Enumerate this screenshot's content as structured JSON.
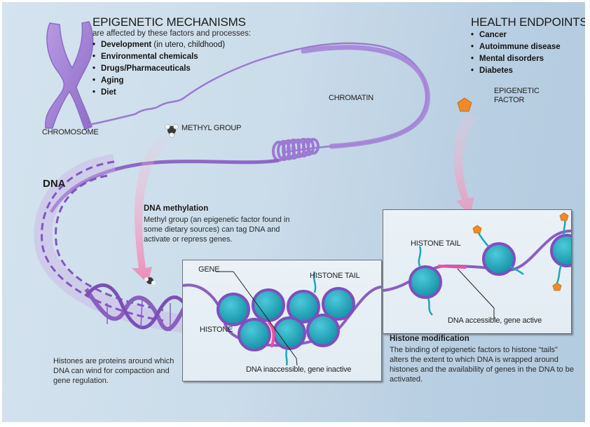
{
  "diagram": {
    "title": "Epigenetic mechanisms and health endpoints",
    "mechanisms": {
      "heading": "EPIGENETIC MECHANISMS",
      "subtitle": "are affected by these factors and processes:",
      "factors": [
        {
          "bold": "Development",
          "normal": " (in utero, childhood)"
        },
        {
          "bold": "Environmental chemicals",
          "normal": ""
        },
        {
          "bold": "Drugs/Pharmaceuticals",
          "normal": ""
        },
        {
          "bold": "Aging",
          "normal": ""
        },
        {
          "bold": "Diet",
          "normal": ""
        }
      ]
    },
    "health": {
      "heading": "HEALTH ENDPOINTS",
      "endpoints": [
        "Cancer",
        "Autoimmune disease",
        "Mental disorders",
        "Diabetes"
      ]
    },
    "labels": {
      "chromosome": "CHROMOSOME",
      "chromatin": "CHROMATIN",
      "methyl_group": "METHYL GROUP",
      "epigenetic_factor_line1": "EPIGENETIC",
      "epigenetic_factor_line2": "FACTOR",
      "dna": "DNA",
      "gene": "GENE",
      "histone": "HISTONE",
      "histone_tail_left": "HISTONE TAIL",
      "histone_tail_right": "HISTONE TAIL",
      "dna_inaccessible": "DNA inaccessible, gene inactive",
      "dna_accessible": "DNA accessible, gene active"
    },
    "methylation": {
      "title": "DNA methylation",
      "text": "Methyl group (an epigenetic factor found in some dietary sources) can tag DNA and activate or repress genes."
    },
    "histones_note": {
      "text": "Histones are proteins around which DNA can wind for compaction and gene regulation."
    },
    "histone_modification": {
      "title": "Histone modification",
      "text": "The binding of epigenetic factors to histone “tails” alters the extent to which DNA is wrapped around histones and the availability of genes in the DNA to be activated."
    },
    "colors": {
      "dna_purple": "#8a5fc0",
      "chromosome_lilac": "#a98ad6",
      "histone_teal": "#1aa6bb",
      "gene_pink": "#ee4f9a",
      "factor_orange": "#f08a24",
      "arrow_pink": "#f2a9c8"
    }
  }
}
